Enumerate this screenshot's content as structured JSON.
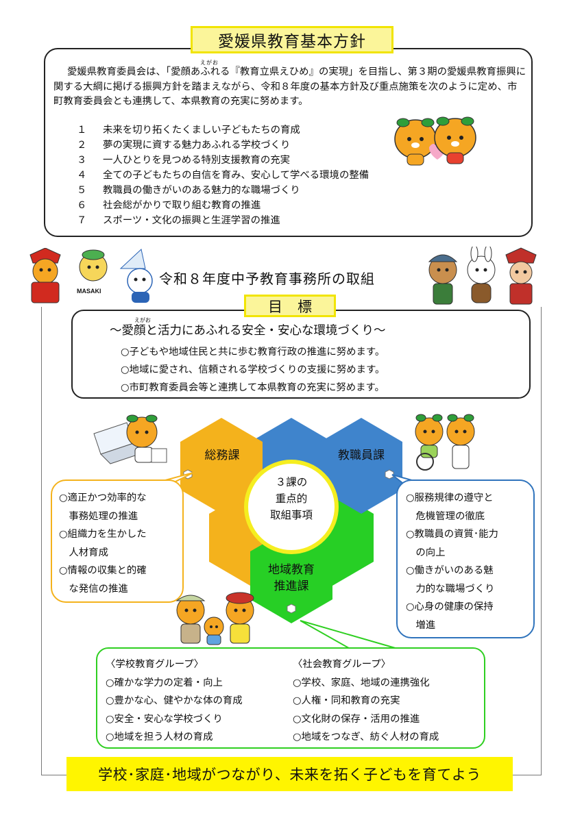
{
  "title": "愛媛県教育基本方針",
  "policy": {
    "ruby": "えがお",
    "intro": "愛媛県教育委員会は、「愛顔あふれる『教育立県えひめ』の実現」を目指し、第３期の愛媛県教育振興に関する大綱に掲げる振興方針を踏まえながら、令和８年度の基本方針及び重点施策を次のように定め、市町教育委員会とも連携して、本県教育の充実に努めます。",
    "items": [
      {
        "num": "１",
        "text": "未来を切り拓くたくましい子どもたちの育成"
      },
      {
        "num": "２",
        "text": "夢の実現に資する魅力あふれる学校づくり"
      },
      {
        "num": "３",
        "text": "一人ひとりを見つめる特別支援教育の充実"
      },
      {
        "num": "４",
        "text": "全ての子どもたちの自信を育み、安心して学べる環境の整備"
      },
      {
        "num": "５",
        "text": "教職員の働きがいのある魅力的な職場づくり"
      },
      {
        "num": "６",
        "text": "社会総がかりで取り組む教育の推進"
      },
      {
        "num": "７",
        "text": "スポーツ・文化の振興と生涯学習の推進"
      }
    ]
  },
  "masaki_logo": "MASAKI",
  "section_heading": "令和８年度中予教育事務所の取組",
  "goal": {
    "label": "目標",
    "ruby": "えがお",
    "main": "～愛顔と活力にあふれる安全・安心な環境づくり～",
    "items": [
      "○子どもや地域住民と共に歩む教育行政の推進に努めます。",
      "○地域に愛され、信頼される学校づくりの支援に努めます。",
      "○市町教育委員会等と連携して本県教育の充実に努めます。"
    ]
  },
  "hexes": {
    "soumu": "総務課",
    "kyoshokuin": "教職員課",
    "chiiki_line1": "地域教育",
    "chiiki_line2": "推進課",
    "center_line1": "３課の",
    "center_line2": "重点的",
    "center_line3": "取組事項"
  },
  "soumu_items": [
    "○適正かつ効率的な",
    "　事務処理の推進",
    "○組織力を生かした",
    "　人材育成",
    "○情報の収集と的確",
    "　な発信の推進"
  ],
  "kyoshokuin_items": [
    "○服務規律の遵守と",
    "　危機管理の徹底",
    "○教職員の資質･能力",
    "　の向上",
    "○働きがいのある魅",
    "　力的な職場づくり",
    "○心身の健康の保持",
    "　増進"
  ],
  "chiiki": {
    "school_heading": "〈学校教育グループ〉",
    "school_items": [
      "○確かな学力の定着・向上",
      "○豊かな心、健やかな体の育成",
      "○安全・安心な学校づくり",
      "○地域を担う人材の育成"
    ],
    "social_heading": "〈社会教育グループ〉",
    "social_items": [
      "○学校、家庭、地域の連携強化",
      "○人権・同和教育の充実",
      "○文化財の保存・活用の推進",
      "○地域をつなぎ、紡ぐ人材の育成"
    ]
  },
  "slogan": "学校･家庭･地域がつながり、未来を拓く子どもを育てよう",
  "colors": {
    "title_bg": "#fbf59a",
    "title_border": "#f1e400",
    "hex_orange": "#f4b21c",
    "hex_blue": "#3f84cc",
    "hex_green": "#27cf25",
    "slogan_bg": "#fff500"
  }
}
